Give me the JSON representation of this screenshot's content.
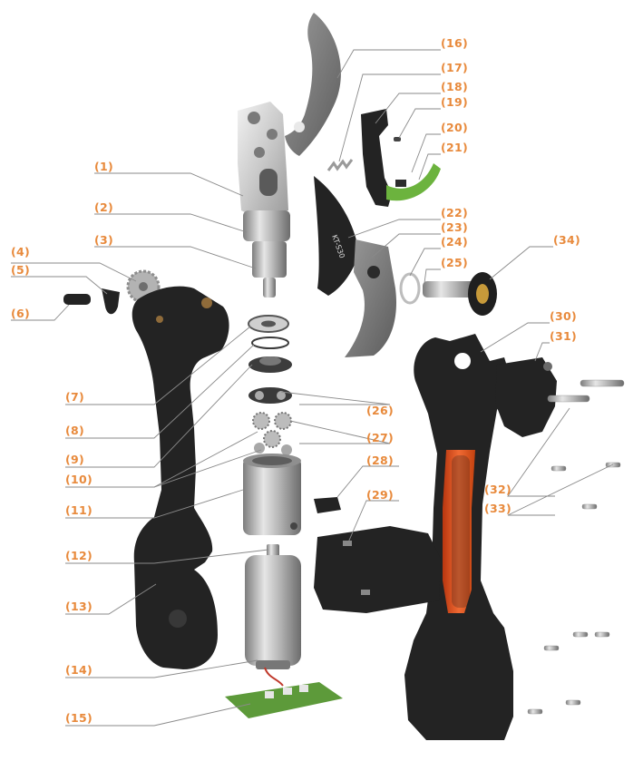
{
  "labels": [
    "(1)",
    "(2)",
    "(3)",
    "(4)",
    "(5)",
    "(6)",
    "(7)",
    "(8)",
    "(9)",
    "(10)",
    "(11)",
    "(12)",
    "(13)",
    "(14)",
    "(15)",
    "(16)",
    "(17)",
    "(18)",
    "(19)",
    "(20)",
    "(21)",
    "(22)",
    "(23)",
    "(24)",
    "(25)",
    "(26)",
    "(27)",
    "(28)",
    "(29)",
    "(30)",
    "(31)",
    "(32)",
    "(33)",
    "(34)"
  ],
  "blade_marking": "KT-S30",
  "colors": {
    "label": "#e88a3c",
    "leader": "#8a8a8a",
    "body": "#232323",
    "accent": "#e2501e",
    "lever": "#6cb33e",
    "pcb": "#5d9a3a"
  }
}
